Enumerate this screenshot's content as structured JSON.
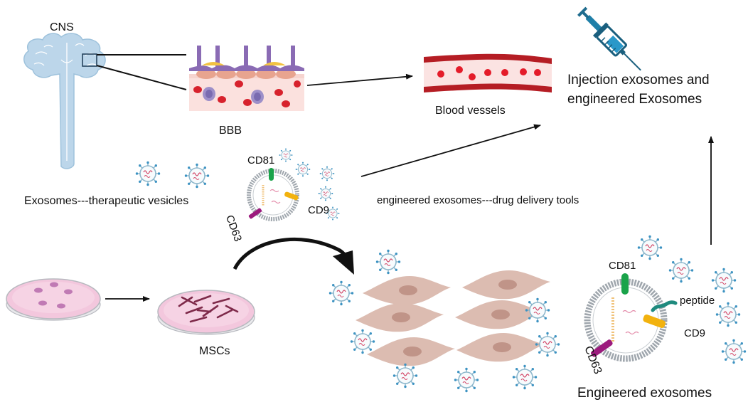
{
  "labels": {
    "cns": "CNS",
    "bbb": "BBB",
    "blood_vessels": "Blood vessels",
    "injection_line1": "Injection exosomes and",
    "injection_line2": "engineered Exosomes",
    "exosomes_therapeutic": "Exosomes---therapeutic vesicles",
    "engineered_delivery": "engineered exosomes---drug delivery tools",
    "mscs": "MSCs",
    "engineered_exosomes": "Engineered exosomes"
  },
  "small_exosome": {
    "cd81": "CD81",
    "cd9": "CD9",
    "cd63": "CD63"
  },
  "large_exosome": {
    "cd81": "CD81",
    "cd9": "CD9",
    "cd63": "CD63",
    "peptide": "peptide"
  },
  "colors": {
    "brain": "#bcd6ea",
    "vessel_wall": "#b51d24",
    "blood_cell": "#e41c2a",
    "syringe": "#1f7fa8",
    "membrane": "#9fa6ad",
    "cd81": "#1aa34a",
    "cd9": "#f2b20e",
    "cd63": "#9c1a7d",
    "peptide": "#1f8a7e",
    "dish": "#f3c7dd",
    "msc_cell": "#dcbcb1",
    "nucleus": "#c09488"
  }
}
